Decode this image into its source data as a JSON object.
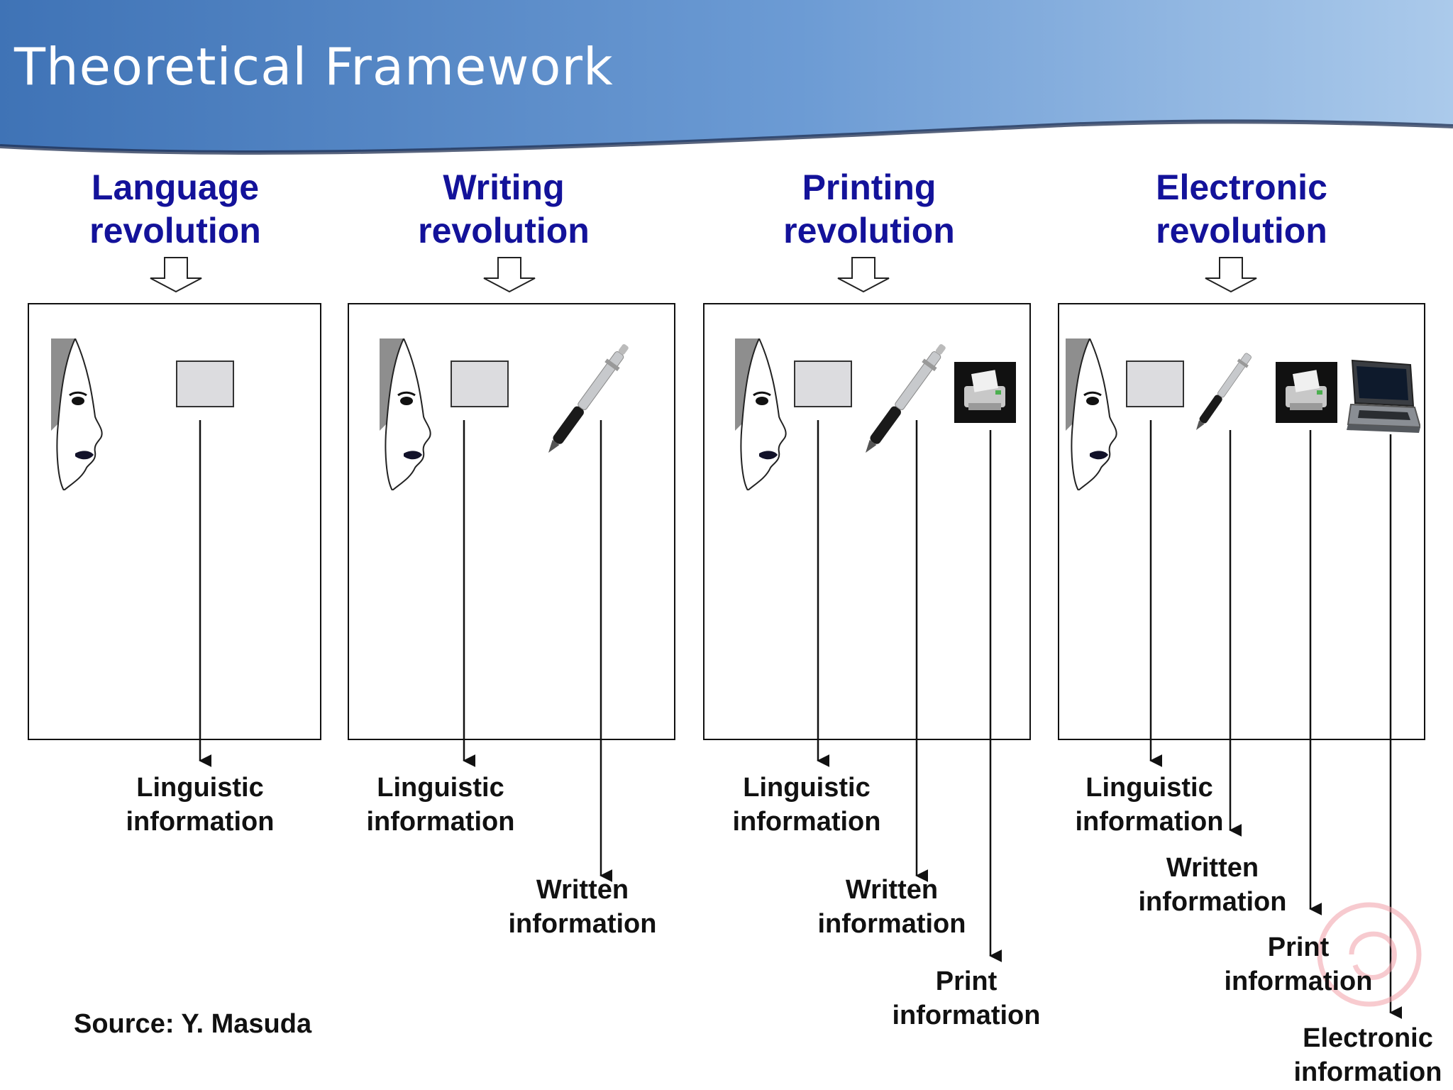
{
  "slide": {
    "title": "Theoretical Framework",
    "source": "Source: Y. Masuda"
  },
  "stages": [
    {
      "title": "Language revolution",
      "icons": [
        "face-icon",
        "speech-box-icon"
      ]
    },
    {
      "title": "Writing revolution",
      "icons": [
        "face-icon",
        "speech-box-icon",
        "pen-icon"
      ]
    },
    {
      "title": "Printing revolution",
      "icons": [
        "face-icon",
        "speech-box-icon",
        "pen-icon",
        "printer-icon"
      ]
    },
    {
      "title": "Electronic revolution",
      "icons": [
        "face-icon",
        "speech-box-icon",
        "pen-icon",
        "printer-icon",
        "laptop-icon"
      ]
    }
  ],
  "labels": {
    "linguistic": "Linguistic information",
    "written": "Written information",
    "print": "Print information",
    "electronic": "Electronic information"
  },
  "colors": {
    "title_blue": "#13129a",
    "banner_dark": "#3f73b6",
    "banner_light": "#a9c8ea",
    "watermark": "#f2a0a8"
  }
}
